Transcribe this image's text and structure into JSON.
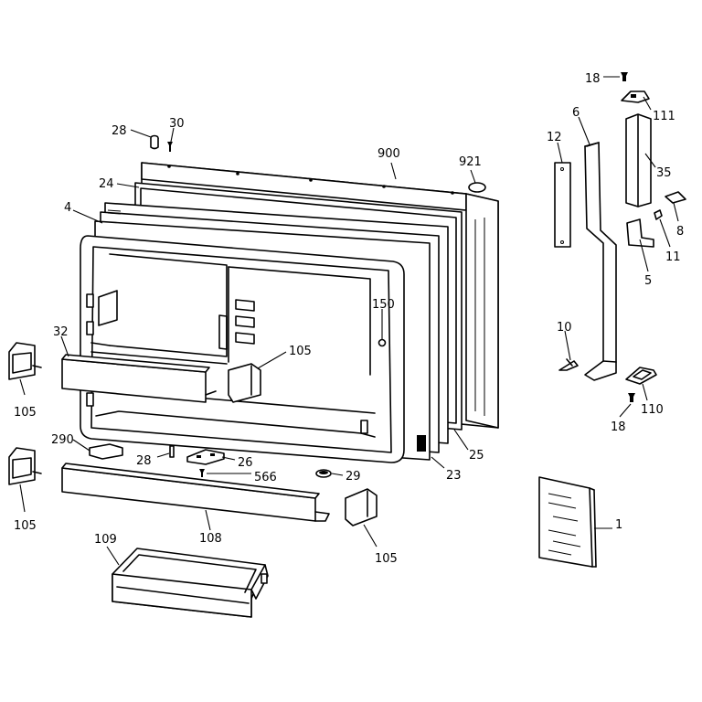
{
  "diagram": {
    "callouts": [
      {
        "key": "c18a",
        "text": "18"
      },
      {
        "key": "c111",
        "text": "111"
      },
      {
        "key": "c6",
        "text": "6"
      },
      {
        "key": "c35",
        "text": "35"
      },
      {
        "key": "c12",
        "text": "12"
      },
      {
        "key": "c8",
        "text": "8"
      },
      {
        "key": "c11",
        "text": "11"
      },
      {
        "key": "c5",
        "text": "5"
      },
      {
        "key": "c10",
        "text": "10"
      },
      {
        "key": "c110",
        "text": "110"
      },
      {
        "key": "c18b",
        "text": "18"
      },
      {
        "key": "c1",
        "text": "1"
      },
      {
        "key": "c28a",
        "text": "28"
      },
      {
        "key": "c30",
        "text": "30"
      },
      {
        "key": "c900",
        "text": "900"
      },
      {
        "key": "c921",
        "text": "921"
      },
      {
        "key": "c24",
        "text": "24"
      },
      {
        "key": "c4",
        "text": "4"
      },
      {
        "key": "c150",
        "text": "150"
      },
      {
        "key": "c32",
        "text": "32"
      },
      {
        "key": "c105a",
        "text": "105"
      },
      {
        "key": "c105b",
        "text": "105"
      },
      {
        "key": "c290",
        "text": "290"
      },
      {
        "key": "c28b",
        "text": "28"
      },
      {
        "key": "c26",
        "text": "26"
      },
      {
        "key": "c566",
        "text": "566"
      },
      {
        "key": "c29",
        "text": "29"
      },
      {
        "key": "c23",
        "text": "23"
      },
      {
        "key": "c25",
        "text": "25"
      },
      {
        "key": "c105c",
        "text": "105"
      },
      {
        "key": "c108",
        "text": "108"
      },
      {
        "key": "c105d",
        "text": "105"
      },
      {
        "key": "c109",
        "text": "109"
      }
    ]
  }
}
